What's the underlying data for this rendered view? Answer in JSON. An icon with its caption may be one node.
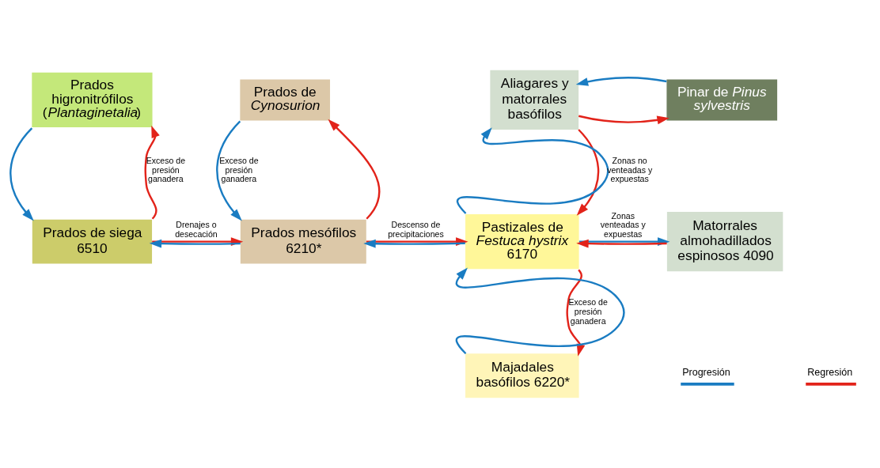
{
  "diagram": {
    "nodes": [
      {
        "text": [
          "Prados higronitrófilos (*Plantaginetalia*)"
        ]
      },
      {
        "text": [
          "Prados de *Cynosurion*"
        ]
      },
      {
        "text": [
          "Aliagares y matorrales basófilos"
        ]
      },
      {
        "text": [
          "Pinar de *Pinus sylvestris*"
        ]
      },
      {
        "text": [
          "Prados de siega 6510"
        ]
      },
      {
        "text": [
          "Prados mesófilos 6210*"
        ]
      },
      {
        "text": [
          "Pastizales de *Festuca hystrix* 6170"
        ]
      },
      {
        "text": [
          "Matorrales almohadillados espinosos 4090"
        ]
      },
      {
        "text": [
          "Majadales basófilos 6220*"
        ]
      }
    ],
    "edges": [
      {
        "from": 0,
        "to": 4,
        "arrow": "to",
        "color": "#1a7cc2"
      },
      {
        "from": 4,
        "to": 0,
        "arrow": "to",
        "color": "#e2231a",
        "label": "Exceso de presión ganadera"
      },
      {
        "from": 1,
        "to": 5,
        "arrow": "to",
        "color": "#1a7cc2",
        "label": "Exceso de presión ganadera"
      },
      {
        "from": 5,
        "to": 1,
        "arrow": "to",
        "color": "#e2231a"
      },
      {
        "from": 5,
        "to": 4,
        "arrow": "to",
        "color": "#1a7cc2"
      },
      {
        "from": 4,
        "to": 5,
        "arrow": "to",
        "color": "#e2231a",
        "label": "Drenajes o desecación"
      },
      {
        "from": 6,
        "to": 5,
        "arrow": "to",
        "color": "#1a7cc2"
      },
      {
        "from": 5,
        "to": 6,
        "arrow": "to",
        "color": "#e2231a",
        "label": "Descenso de precipitaciones"
      },
      {
        "from": 6,
        "to": 2,
        "arrow": "to",
        "color": "#1a7cc2",
        "label": "Zonas no venteadas y expuestas"
      },
      {
        "from": 2,
        "to": 6,
        "arrow": "to",
        "color": "#e2231a"
      },
      {
        "from": 2,
        "to": 3,
        "arrow": "to",
        "color": "#e2231a"
      },
      {
        "from": 3,
        "to": 2,
        "arrow": "to",
        "color": "#1a7cc2"
      },
      {
        "from": 6,
        "to": 7,
        "arrow": "to",
        "color": "#1a7cc2",
        "label": "Zonas venteadas y expuestas"
      },
      {
        "from": 7,
        "to": 6,
        "arrow": "to",
        "color": "#e2231a"
      },
      {
        "from": 8,
        "to": 6,
        "arrow": "to",
        "color": "#1a7cc2"
      },
      {
        "from": 6,
        "to": 8,
        "arrow": "to",
        "color": "#e2231a",
        "label": "Exceso de presión ganadera"
      }
    ],
    "legend": [
      {
        "text": "Progresión",
        "color": "#1a7cc2"
      },
      {
        "text": "Regresión",
        "color": "#e2231a"
      }
    ]
  }
}
